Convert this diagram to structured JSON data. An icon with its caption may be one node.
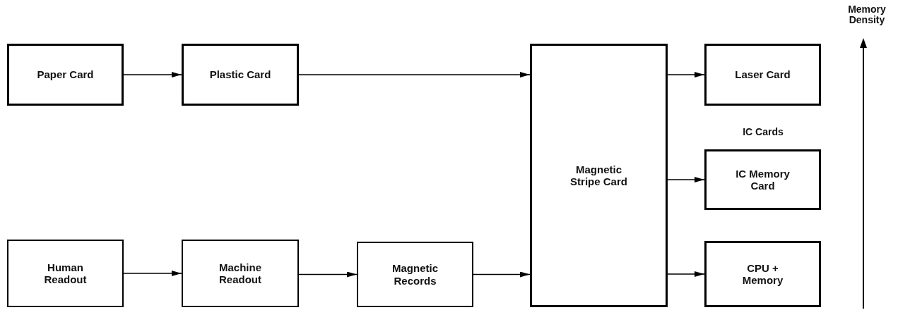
{
  "diagram": {
    "nodes": [
      {
        "text": [
          "Paper Card"
        ]
      },
      {
        "text": [
          "Plastic Card"
        ]
      },
      {
        "text": [
          "Magnetic Stripe Card"
        ]
      },
      {
        "text": [
          "Laser Card"
        ]
      },
      {
        "text": [
          "IC Memory Card"
        ]
      },
      {
        "text": [
          "CPU + Memory"
        ]
      },
      {
        "text": [
          "Human Readout"
        ]
      },
      {
        "text": [
          "Machine Readout"
        ]
      },
      {
        "text": [
          "Magnetic Records"
        ]
      }
    ],
    "edges": [
      {
        "from": 0,
        "to": 1,
        "arrow": "to"
      },
      {
        "from": 1,
        "to": 2,
        "arrow": "to"
      },
      {
        "from": 6,
        "to": 7,
        "arrow": "to"
      },
      {
        "from": 7,
        "to": 8,
        "arrow": "to"
      },
      {
        "from": 8,
        "to": 2,
        "arrow": "to"
      },
      {
        "from": 2,
        "to": 3,
        "arrow": "to"
      },
      {
        "from": 2,
        "to": 4,
        "arrow": "to"
      },
      {
        "from": 2,
        "to": 5,
        "arrow": "to"
      }
    ],
    "labels": [
      "Memory Density",
      "IC Cards"
    ]
  }
}
